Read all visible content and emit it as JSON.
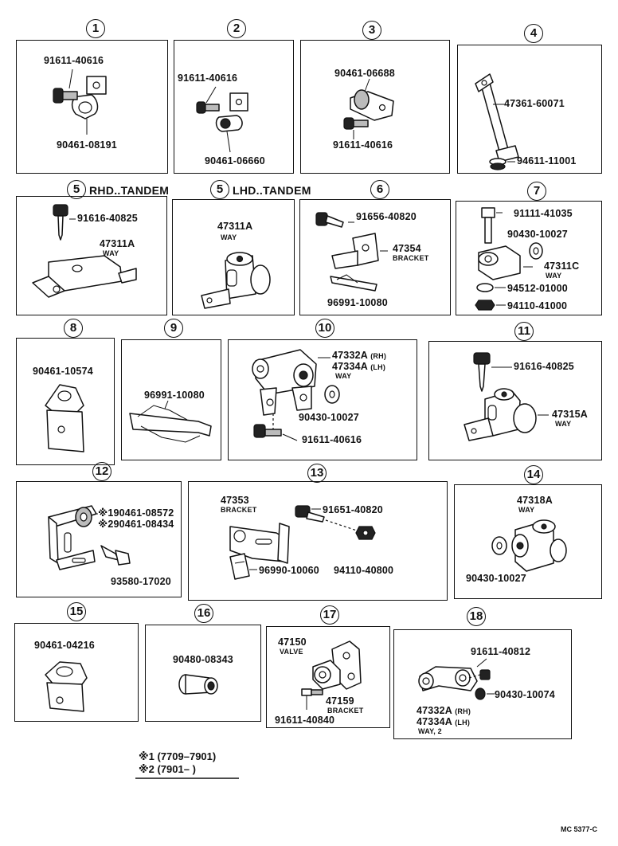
{
  "panels": {
    "p1": {
      "num": "1",
      "labels": [
        "91611-40616",
        "90461-08191"
      ]
    },
    "p2": {
      "num": "2",
      "labels": [
        "91611-40616",
        "90461-06660"
      ]
    },
    "p3": {
      "num": "3",
      "labels": [
        "90461-06688",
        "91611-40616"
      ]
    },
    "p4": {
      "num": "4",
      "labels": [
        "47361-60071",
        "94611-11001"
      ]
    },
    "p5a": {
      "num": "5",
      "title": "RHD..TANDEM",
      "labels": [
        "91616-40825",
        "47311A",
        "WAY"
      ]
    },
    "p5b": {
      "num": "5",
      "title": "LHD..TANDEM",
      "labels": [
        "47311A",
        "WAY"
      ]
    },
    "p6": {
      "num": "6",
      "labels": [
        "91656-40820",
        "47354",
        "BRACKET",
        "96991-10080"
      ]
    },
    "p7": {
      "num": "7",
      "labels": [
        "91111-41035",
        "90430-10027",
        "47311C",
        "WAY",
        "94512-01000",
        "94110-41000"
      ]
    },
    "p8": {
      "num": "8",
      "labels": [
        "90461-10574"
      ]
    },
    "p9": {
      "num": "9",
      "labels": [
        "96991-10080"
      ]
    },
    "p10": {
      "num": "10",
      "labels": [
        "47332A",
        "(RH)",
        "47334A",
        "(LH)",
        "WAY",
        "90430-10027",
        "91611-40616"
      ]
    },
    "p11": {
      "num": "11",
      "labels": [
        "91616-40825",
        "47315A",
        "WAY"
      ]
    },
    "p12": {
      "num": "12",
      "labels": [
        "※190461-08572",
        "※290461-08434",
        "93580-17020"
      ]
    },
    "p13": {
      "num": "13",
      "labels": [
        "47353",
        "BRACKET",
        "91651-40820",
        "96990-10060",
        "94110-40800"
      ]
    },
    "p14": {
      "num": "14",
      "labels": [
        "47318A",
        "WAY",
        "90430-10027"
      ]
    },
    "p15": {
      "num": "15",
      "labels": [
        "90461-04216"
      ]
    },
    "p16": {
      "num": "16",
      "labels": [
        "90480-08343"
      ]
    },
    "p17": {
      "num": "17",
      "labels": [
        "47150",
        "VALVE",
        "47159",
        "BRACKET",
        "91611-40840"
      ]
    },
    "p18": {
      "num": "18",
      "labels": [
        "91611-40812",
        "90430-10074",
        "47332A",
        "(RH)",
        "47334A",
        "(LH)",
        "WAY, 2"
      ]
    }
  },
  "footnotes": [
    "※1 (7709–7901)",
    "※2 (7901–      )"
  ],
  "diagram_code": "MC 5377-C"
}
